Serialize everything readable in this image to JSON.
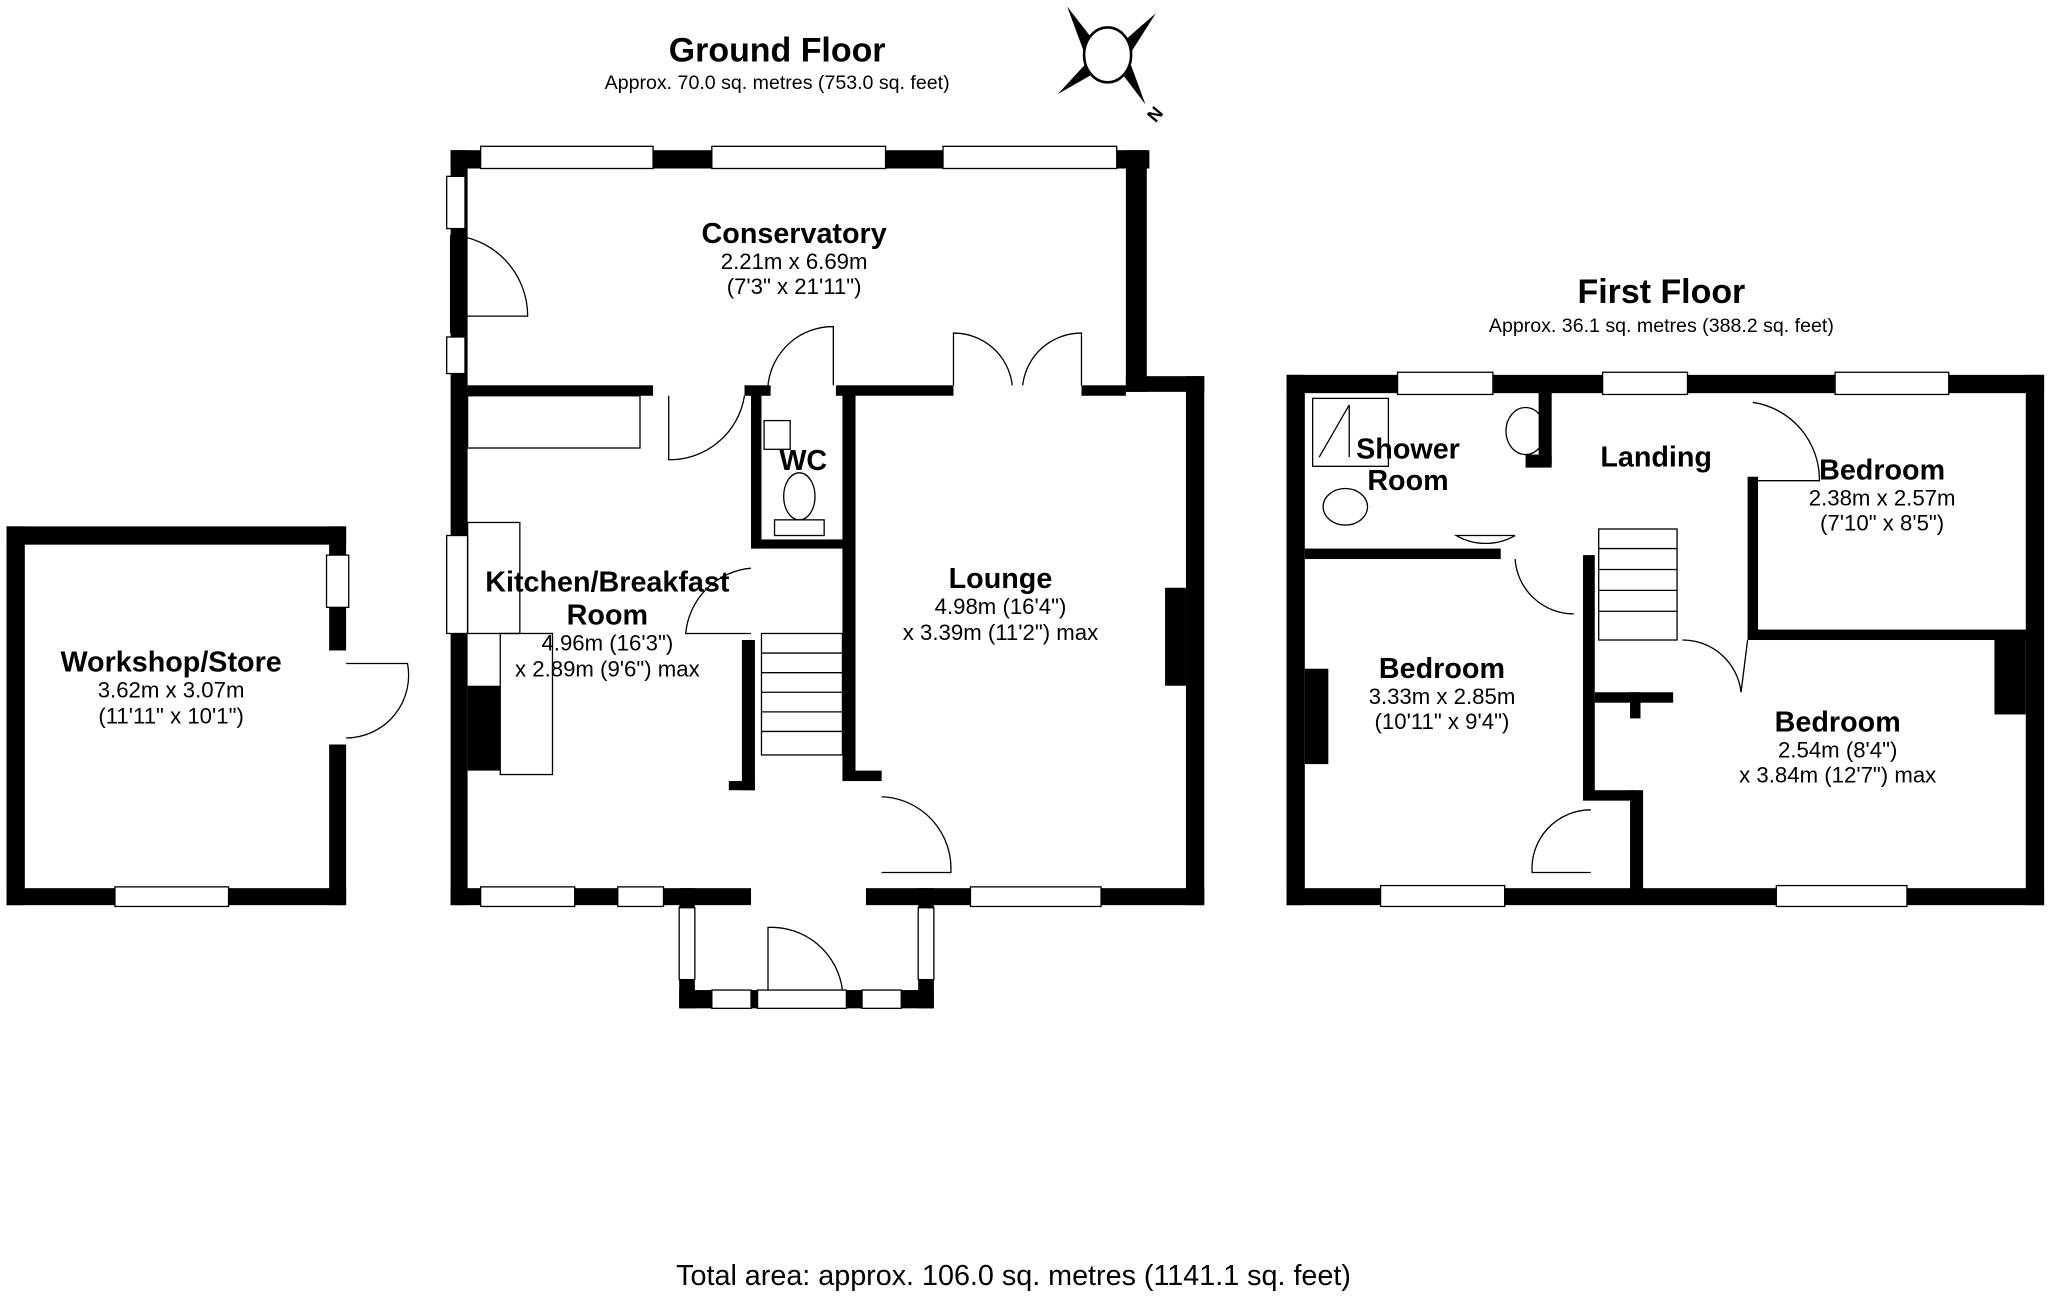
{
  "ground_floor": {
    "title": "Ground Floor",
    "area": "Approx. 70.0 sq. metres (753.0 sq. feet)",
    "rooms": [
      {
        "name": "Conservatory",
        "dims": [
          "2.21m x 6.69m",
          "(7'3\" x 21'11\")"
        ]
      },
      {
        "name": "WC",
        "dims": []
      },
      {
        "name": "Kitchen/Breakfast",
        "name2": "Room",
        "dims": [
          "4.96m (16'3\")",
          "x 2.89m (9'6\") max"
        ]
      },
      {
        "name": "Lounge",
        "dims": [
          "4.98m (16'4\")",
          "x 3.39m (11'2\") max"
        ]
      },
      {
        "name": "Workshop/Store",
        "dims": [
          "3.62m x 3.07m",
          "(11'11\" x 10'1\")"
        ]
      }
    ]
  },
  "first_floor": {
    "title": "First Floor",
    "area": "Approx. 36.1 sq. metres (388.2 sq. feet)",
    "rooms": [
      {
        "name": "Shower",
        "name2": "Room",
        "dims": []
      },
      {
        "name": "Landing",
        "dims": []
      },
      {
        "name": "Bedroom",
        "dims": [
          "2.38m x 2.57m",
          "(7'10\" x 8'5\")"
        ]
      },
      {
        "name": "Bedroom",
        "dims": [
          "3.33m x 2.85m",
          "(10'11\" x 9'4\")"
        ]
      },
      {
        "name": "Bedroom",
        "dims": [
          "2.54m (8'4\")",
          "x 3.84m (12'7\") max"
        ]
      }
    ]
  },
  "compass": {
    "label": "N"
  },
  "total_area": "Total area: approx. 106.0 sq. metres (1141.1 sq. feet)"
}
